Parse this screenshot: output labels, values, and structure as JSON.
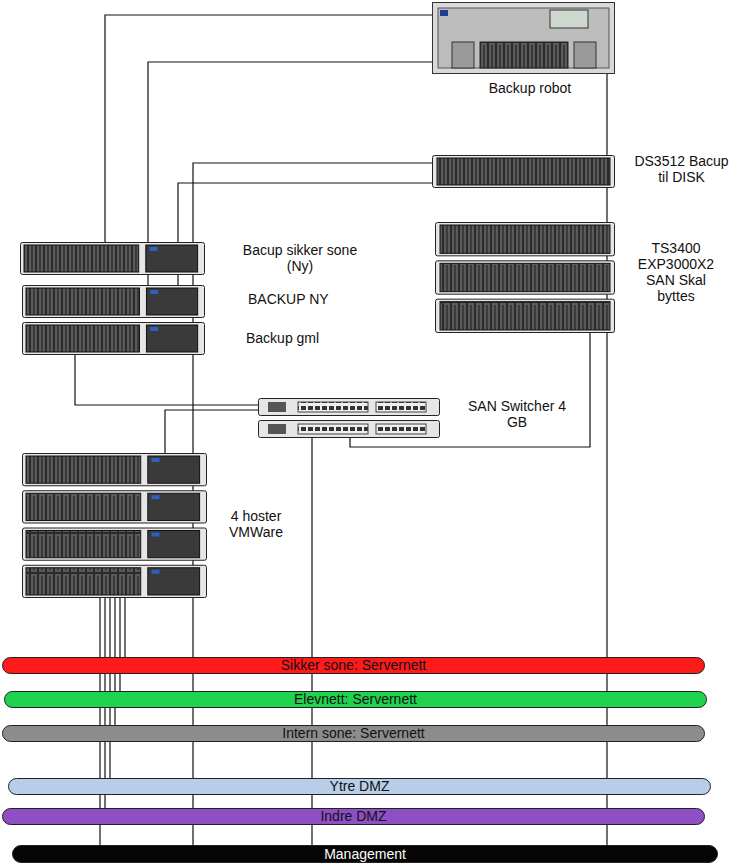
{
  "diagram": {
    "nodes": [
      {
        "text": [
          "Backup robot"
        ]
      },
      {
        "text": [
          "DS3512 Bacup til DISK"
        ]
      },
      {
        "text": [
          "TS3400 EXP3000X2 SAN Skal byttes"
        ]
      },
      {
        "text": [
          "Bacup sikker sone (Ny)"
        ]
      },
      {
        "text": [
          "BACKUP NY"
        ]
      },
      {
        "text": [
          "Backup gml"
        ]
      },
      {
        "text": [
          "SAN Switcher 4 GB"
        ]
      },
      {
        "text": [
          "4 hoster VMWare"
        ]
      },
      {
        "text": [
          "Sikker sone: Servernett"
        ]
      },
      {
        "text": [
          "Elevnett: Servernett"
        ]
      },
      {
        "text": [
          "Intern sone: Servernett"
        ]
      },
      {
        "text": [
          "Ytre DMZ"
        ]
      },
      {
        "text": [
          "Indre DMZ"
        ]
      },
      {
        "text": [
          "Management"
        ]
      }
    ],
    "edges": [
      {
        "from": 0,
        "to": 3,
        "arrow": "none"
      },
      {
        "from": 0,
        "to": 4,
        "arrow": "none"
      },
      {
        "from": 0,
        "to": 13,
        "arrow": "none"
      },
      {
        "from": 1,
        "to": 4,
        "arrow": "none"
      },
      {
        "from": 1,
        "to": 13,
        "arrow": "none"
      },
      {
        "from": 2,
        "to": 6,
        "arrow": "none"
      },
      {
        "from": 5,
        "to": 6,
        "arrow": "none"
      },
      {
        "from": 6,
        "to": 7,
        "arrow": "none"
      },
      {
        "from": 6,
        "to": 13,
        "arrow": "none"
      },
      {
        "from": 7,
        "to": 8,
        "arrow": "none"
      },
      {
        "from": 7,
        "to": 9,
        "arrow": "none"
      },
      {
        "from": 7,
        "to": 10,
        "arrow": "none"
      },
      {
        "from": 7,
        "to": 11,
        "arrow": "none"
      },
      {
        "from": 7,
        "to": 12,
        "arrow": "none"
      },
      {
        "from": 7,
        "to": 13,
        "arrow": "none"
      }
    ]
  }
}
